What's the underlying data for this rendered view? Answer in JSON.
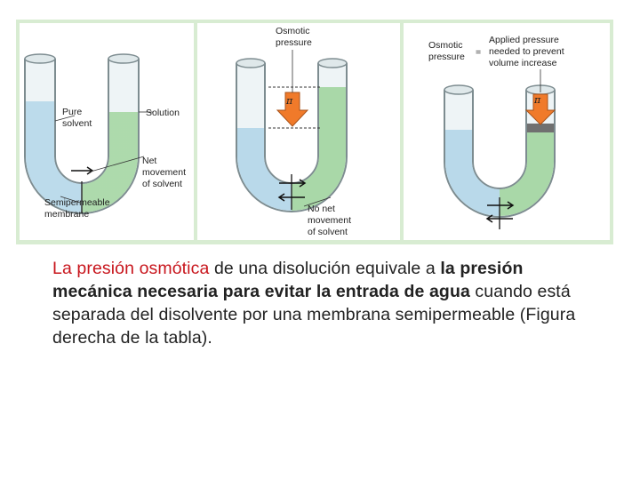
{
  "figure": {
    "panel1": {
      "pure_solvent": [
        "Pure",
        "solvent"
      ],
      "solution": "Solution",
      "net_movement": [
        "Net",
        "movement",
        "of solvent"
      ],
      "membrane": [
        "Semipermeable",
        "membrane"
      ]
    },
    "panel2": {
      "osmotic_pressure": [
        "Osmotic",
        "pressure"
      ],
      "pi": "π",
      "no_net": [
        "No net",
        "movement",
        "of solvent"
      ]
    },
    "panel3": {
      "osmotic_pressure": [
        "Osmotic",
        "pressure"
      ],
      "equals": "=",
      "applied": [
        "Applied pressure",
        "needed to prevent",
        "volume increase"
      ],
      "pi": "π"
    },
    "colors": {
      "solvent": "#b9d9ea",
      "solution": "#a9d8a8",
      "arrow": "#f07a2a",
      "frame": "#d8ecd2"
    }
  },
  "caption": {
    "part1_red": "La presión osmótica",
    "part2": " de una disolución equivale a ",
    "part3_bold": "la presión mecánica necesaria para evitar la entrada de agua",
    "part4": " cuando está separada del disolvente por una membrana semipermeable (Figura derecha de la tabla)."
  }
}
